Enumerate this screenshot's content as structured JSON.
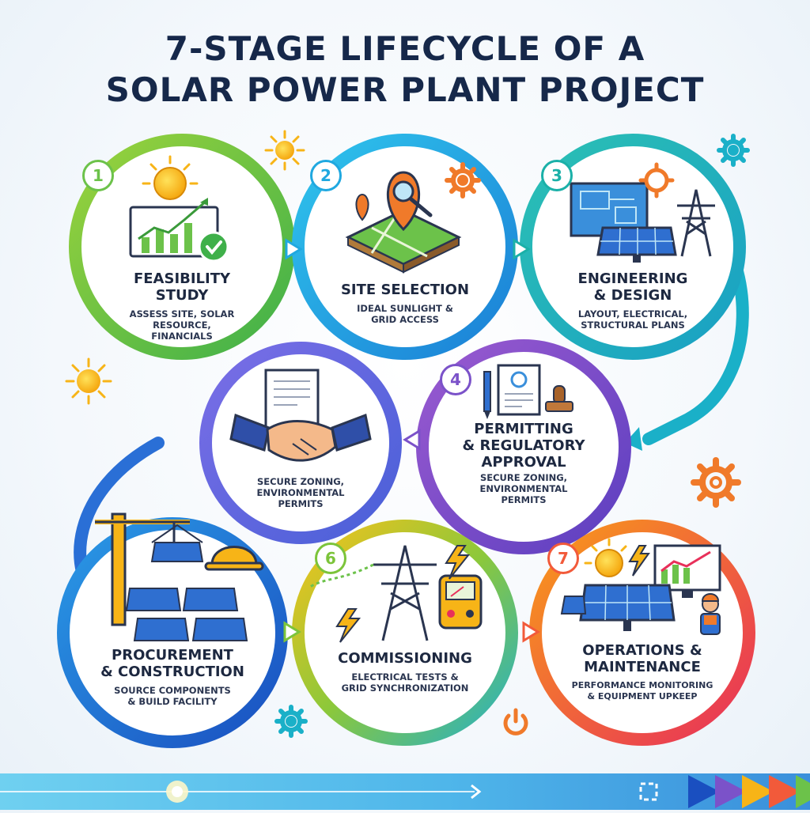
{
  "title": {
    "line1": "7-STAGE LIFECYCLE OF A",
    "line2": "SOLAR POWER PLANT PROJECT"
  },
  "stages": [
    {
      "num": "1",
      "title_l1": "FEASIBILITY",
      "title_l2": "STUDY",
      "desc_l1": "ASSESS SITE, SOLAR",
      "desc_l2": "RESOURCE,",
      "desc_l3": "FINANCIALS",
      "color": "#6cc24a"
    },
    {
      "num": "2",
      "title_l1": "SITE SELECTION",
      "desc_l1": "IDEAL SUNLIGHT &",
      "desc_l2": "GRID ACCESS",
      "color": "#1fa8e0"
    },
    {
      "num": "3",
      "title_l1": "ENGINEERING",
      "title_l2": "& DESIGN",
      "desc_l1": "LAYOUT, ELECTRICAL,",
      "desc_l2": "STRUCTURAL PLANS",
      "color": "#1ab0a8"
    },
    {
      "num": "4",
      "title_l1": "PERMITTING",
      "title_l2": "& REGULATORY",
      "title_l3": "APPROVAL",
      "desc_l1": "SECURE ZONING,",
      "desc_l2": "ENVIRONMENTAL",
      "desc_l3": "PERMITS",
      "color": "#7b52c9"
    },
    {
      "desc_l1": "SECURE ZONING,",
      "desc_l2": "ENVIRONMENTAL",
      "desc_l3": "PERMITS",
      "color": "#6a5fd6"
    },
    {
      "title_l1": "PROCUREMENT",
      "title_l2": "& CONSTRUCTION",
      "desc_l1": "SOURCE COMPONENTS",
      "desc_l2": "& BUILD FACILITY",
      "color": "#1e63c9"
    },
    {
      "num": "6",
      "title_l1": "COMMISSIONING",
      "desc_l1": "ELECTRICAL TESTS &",
      "desc_l2": "GRID SYNCHRONIZATION",
      "color": "#7cc43a"
    },
    {
      "num": "7",
      "title_l1": "OPERATIONS &",
      "title_l2": "MAINTENANCE",
      "desc_l1": "PERFORMANCE MONITORING",
      "desc_l2": "& EQUIPMENT UPKEEP",
      "color": "#f25a3a"
    }
  ],
  "colors": {
    "title": "#16284a",
    "sun": "#f7b417",
    "gear_orange": "#f07a2a",
    "gear_teal": "#1ab0c8",
    "panel": "#2f6fd0"
  },
  "icons": [
    "sun-icon",
    "chart-icon",
    "checkmark-icon",
    "map-pin-icon",
    "magnifier-icon",
    "gear-icon",
    "blueprint-icon",
    "solar-panel-icon",
    "power-tower-icon",
    "document-icon",
    "stamp-icon",
    "pen-icon",
    "handshake-icon",
    "crane-icon",
    "hard-hat-icon",
    "lightning-icon",
    "multimeter-icon",
    "monitor-chart-icon",
    "technician-icon",
    "power-icon"
  ]
}
